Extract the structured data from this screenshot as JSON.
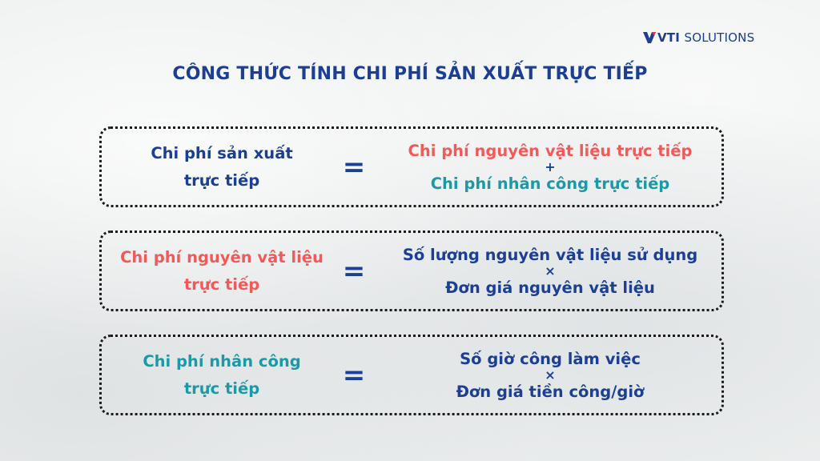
{
  "brand": {
    "logo_strong": "VTI",
    "logo_light": "SOLUTIONS"
  },
  "title": "CÔNG THỨC TÍNH CHI PHÍ SẢN XUẤT TRỰC TIẾP",
  "formulas": [
    {
      "lhs_line1": "Chi phí sản xuất",
      "lhs_line2": "trực tiếp",
      "equals": "=",
      "rhs_term1": "Chi phí nguyên vật liệu trực tiếp",
      "operator": "+",
      "rhs_term2": "Chi phí nhân công trực tiếp"
    },
    {
      "lhs_line1": "Chi phí nguyên vật liệu",
      "lhs_line2": "trực tiếp",
      "equals": "=",
      "rhs_term1": "Số lượng nguyên vật liệu sử dụng",
      "operator": "×",
      "rhs_term2": "Đơn giá nguyên vật liệu"
    },
    {
      "lhs_line1": "Chi phí nhân công",
      "lhs_line2": "trực tiếp",
      "equals": "=",
      "rhs_term1": "Số giờ công làm việc",
      "operator": "×",
      "rhs_term2": "Đơn giá tiền công/giờ"
    }
  ],
  "colors": {
    "navy": "#1c3f94",
    "coral": "#f25a5a",
    "teal": "#1a9aa7",
    "border": "#1a1a1a"
  }
}
